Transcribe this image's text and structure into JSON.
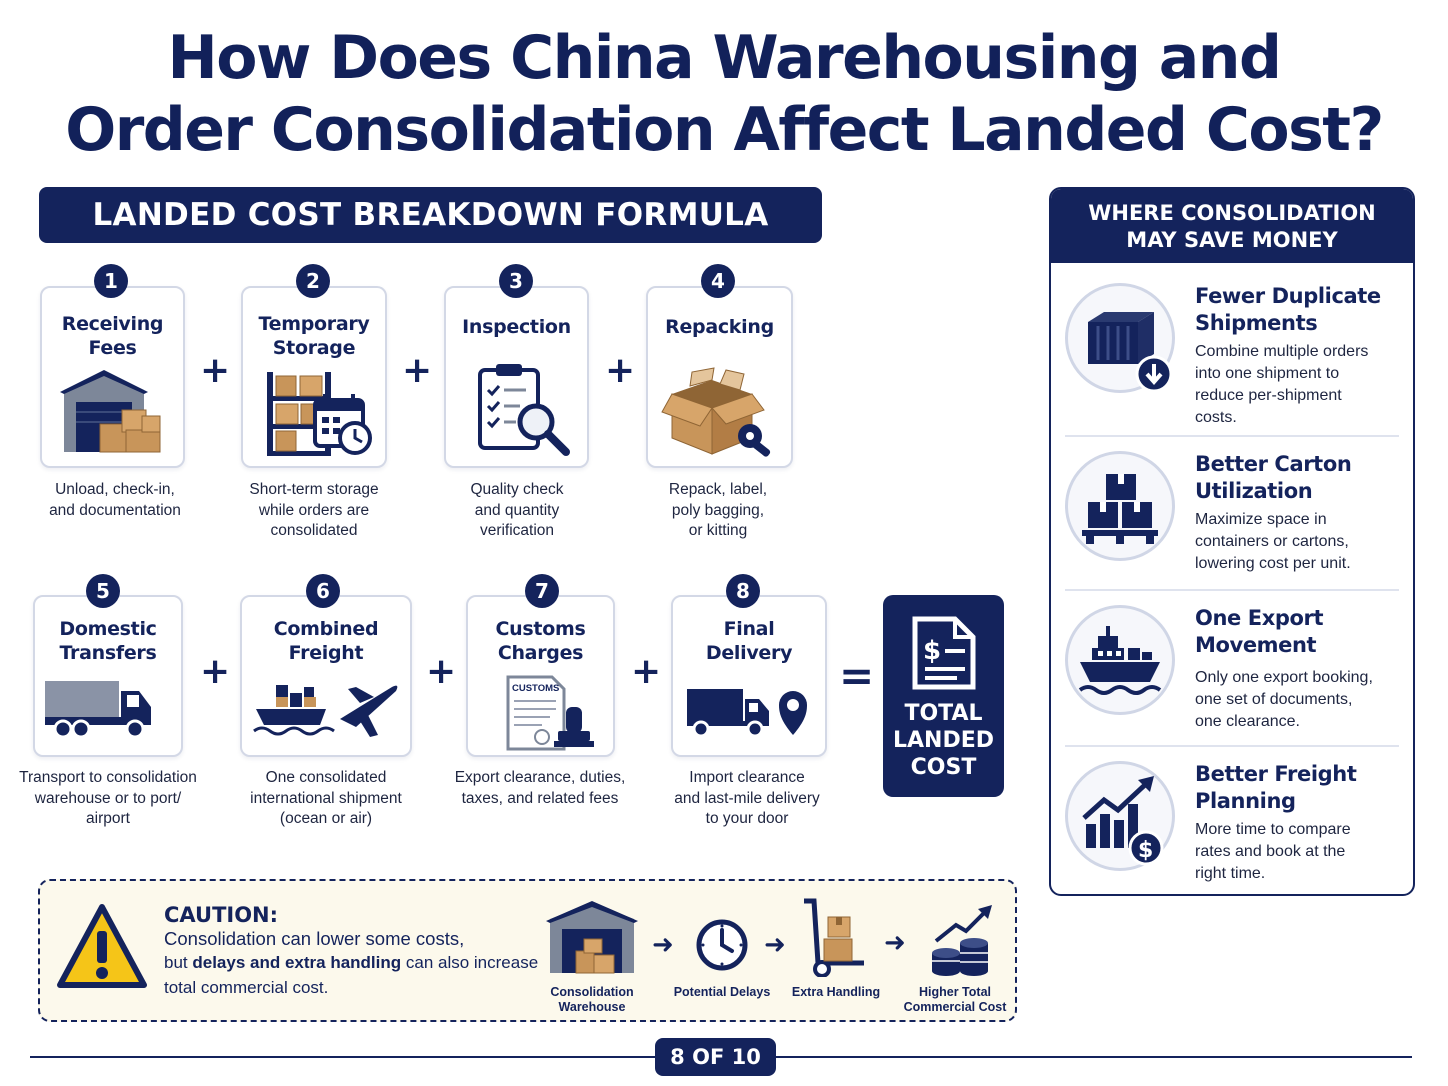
{
  "title": {
    "line1": "How Does China Warehousing and",
    "line2": "Order Consolidation Affect Landed Cost?"
  },
  "formula": {
    "banner": "LANDED COST BREAKDOWN FORMULA",
    "plus": "+",
    "equals": "=",
    "steps": [
      {
        "number": "1",
        "title1": "Receiving",
        "title2": "Fees",
        "desc": [
          "Unload, check-in,",
          "and documentation"
        ],
        "icon": "warehouse-icon"
      },
      {
        "number": "2",
        "title1": "Temporary",
        "title2": "Storage",
        "desc": [
          "Short-term storage",
          "while orders are",
          "consolidated"
        ],
        "icon": "storage-rack-icon"
      },
      {
        "number": "3",
        "title1": "Inspection",
        "title2": "",
        "desc": [
          "Quality check",
          "and quantity",
          "verification"
        ],
        "icon": "checklist-magnifier-icon"
      },
      {
        "number": "4",
        "title1": "Repacking",
        "title2": "",
        "desc": [
          "Repack, label,",
          "poly bagging,",
          "or kitting"
        ],
        "icon": "open-box-tape-icon"
      },
      {
        "number": "5",
        "title1": "Domestic",
        "title2": "Transfers",
        "desc": [
          "Transport to consolidation",
          "warehouse or to port/",
          "airport"
        ],
        "icon": "truck-icon"
      },
      {
        "number": "6",
        "title1": "Combined",
        "title2": "Freight",
        "desc": [
          "One consolidated",
          "international shipment",
          "(ocean or air)"
        ],
        "icon": "ship-plane-icon"
      },
      {
        "number": "7",
        "title1": "Customs",
        "title2": "Charges",
        "desc": [
          "Export clearance, duties,",
          "taxes, and related fees"
        ],
        "icon": "customs-document-icon",
        "doc_label": "CUSTOMS"
      },
      {
        "number": "8",
        "title1": "Final",
        "title2": "Delivery",
        "desc": [
          "Import clearance",
          "and last-mile delivery",
          "to your door"
        ],
        "icon": "delivery-truck-pin-icon"
      }
    ],
    "total": {
      "line1": "TOTAL",
      "line2": "LANDED",
      "line3": "COST",
      "icon": "invoice-dollar-icon"
    }
  },
  "savings": {
    "header1": "WHERE CONSOLIDATION",
    "header2": "MAY SAVE MONEY",
    "items": [
      {
        "title1": "Fewer Duplicate",
        "title2": "Shipments",
        "desc": [
          "Combine multiple orders",
          "into one shipment to",
          "reduce per-shipment",
          "costs."
        ],
        "icon": "container-down-icon"
      },
      {
        "title1": "Better Carton",
        "title2": "Utilization",
        "desc": [
          "Maximize space in",
          "containers or cartons,",
          "lowering cost per unit."
        ],
        "icon": "pallet-cartons-icon"
      },
      {
        "title1": "One Export",
        "title2": "Movement",
        "desc": [
          "Only one export booking,",
          "one set of documents,",
          "one clearance."
        ],
        "icon": "cargo-ship-icon"
      },
      {
        "title1": "Better Freight",
        "title2": "Planning",
        "desc": [
          "More time to compare",
          "rates and book at the",
          "right time."
        ],
        "icon": "growth-chart-dollar-icon"
      }
    ]
  },
  "caution": {
    "title": "CAUTION:",
    "line1": "Consolidation can lower some costs,",
    "line2_pre": "but ",
    "line2_bold": "delays and extra handling",
    "line2_post": " can also increase",
    "line3": "total commercial cost.",
    "icon": "warning-icon",
    "flow": [
      {
        "label1": "Consolidation",
        "label2": "Warehouse",
        "icon": "warehouse-icon"
      },
      {
        "label1": "Potential Delays",
        "label2": "",
        "icon": "clock-icon"
      },
      {
        "label1": "Extra Handling",
        "label2": "",
        "icon": "hand-truck-icon"
      },
      {
        "label1": "Higher Total",
        "label2": "Commercial Cost",
        "icon": "coins-rising-icon"
      }
    ],
    "arrow": "➜"
  },
  "footer": {
    "page": "8 OF 10"
  },
  "colors": {
    "navy": "#14235c",
    "box": "#c8955a",
    "gray": "#7d8799",
    "warning": "#f5c518"
  }
}
